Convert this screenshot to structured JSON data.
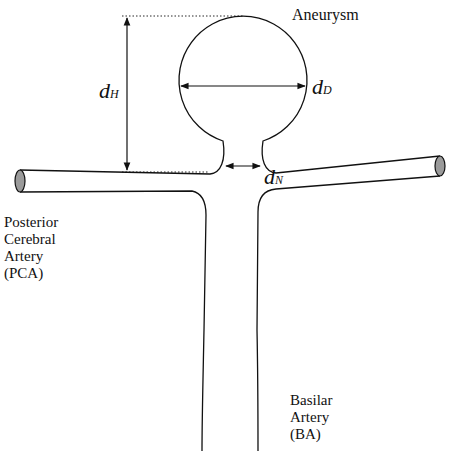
{
  "diagram": {
    "labels": [
      "Aneurysm",
      "dH",
      "dD",
      "dN",
      "Posterior Cerebral Artery (PCA)",
      "Basilar Artery (BA)"
    ]
  }
}
